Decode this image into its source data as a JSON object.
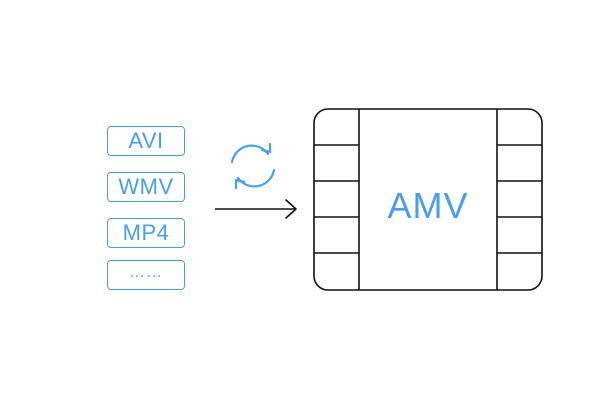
{
  "source_formats": [
    {
      "label": "AVI"
    },
    {
      "label": "WMV"
    },
    {
      "label": "MP4"
    },
    {
      "label": "……"
    }
  ],
  "target_format": {
    "label": "AMV"
  },
  "icons": {
    "convert": "refresh-cycle-icon",
    "direction": "right-arrow-icon",
    "target": "film-strip-icon"
  },
  "colors": {
    "accent": "#4a9ee8",
    "stroke": "#111111",
    "background": "#ffffff"
  }
}
